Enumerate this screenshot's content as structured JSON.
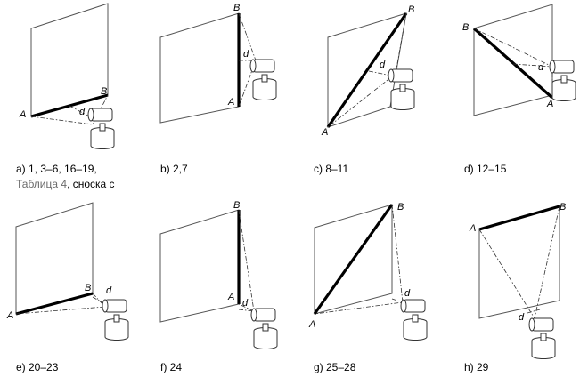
{
  "point_labels": {
    "a": "A",
    "b": "B",
    "d": "d"
  },
  "captions": {
    "a_line1": "a) 1, 3–6, 16–19,",
    "a_line2_ref": "Таблица 4",
    "a_line2_rest": ", сноска с",
    "b": "b) 2,7",
    "c": "c) 8–11",
    "d": "d) 12–15",
    "e": "e) 20–23",
    "f": "f) 24",
    "g": "g) 25–28",
    "h": "h) 29"
  },
  "colors": {
    "segment": "#000000",
    "panel_edge": "#555555",
    "reference_text": "#6b6b6b"
  }
}
